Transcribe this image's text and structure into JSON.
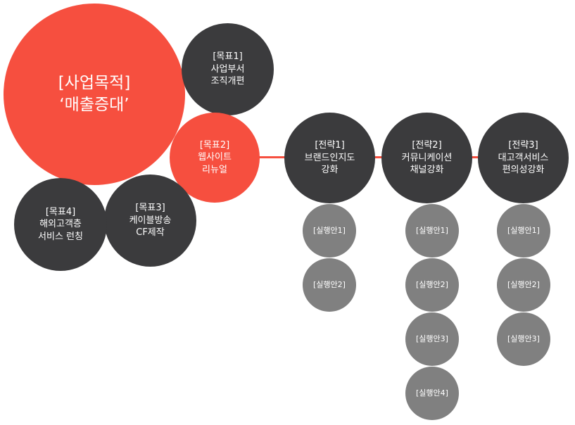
{
  "colors": {
    "accent": "#f64f3f",
    "dark": "#3b3b3d",
    "gray": "#808080"
  },
  "purpose": {
    "line1": "[사업목적]",
    "line2": "‘매출증대’"
  },
  "goals": [
    {
      "tag": "[목표1]",
      "line1": "사업부서",
      "line2": "조직개편"
    },
    {
      "tag": "[목표2]",
      "line1": "웹사이트",
      "line2": "리뉴얼"
    },
    {
      "tag": "[목표3]",
      "line1": "케이블방송",
      "line2": "CF제작"
    },
    {
      "tag": "[목표4]",
      "line1": "해외고객층",
      "line2": "서비스 런칭"
    }
  ],
  "strategies": [
    {
      "tag": "[전략1]",
      "line1": "브랜드인지도",
      "line2": "강화",
      "actions": [
        "[실행안1]",
        "[실행안2]"
      ]
    },
    {
      "tag": "[전략2]",
      "line1": "커뮤니케이션",
      "line2": "채널강화",
      "actions": [
        "[실행안1]",
        "[실행안2]",
        "[실행안3]",
        "[실행안4]"
      ]
    },
    {
      "tag": "[전략3]",
      "line1": "대고객서비스",
      "line2": "편의성강화",
      "actions": [
        "[실행안1]",
        "[실행안2]",
        "[실행안3]"
      ]
    }
  ]
}
